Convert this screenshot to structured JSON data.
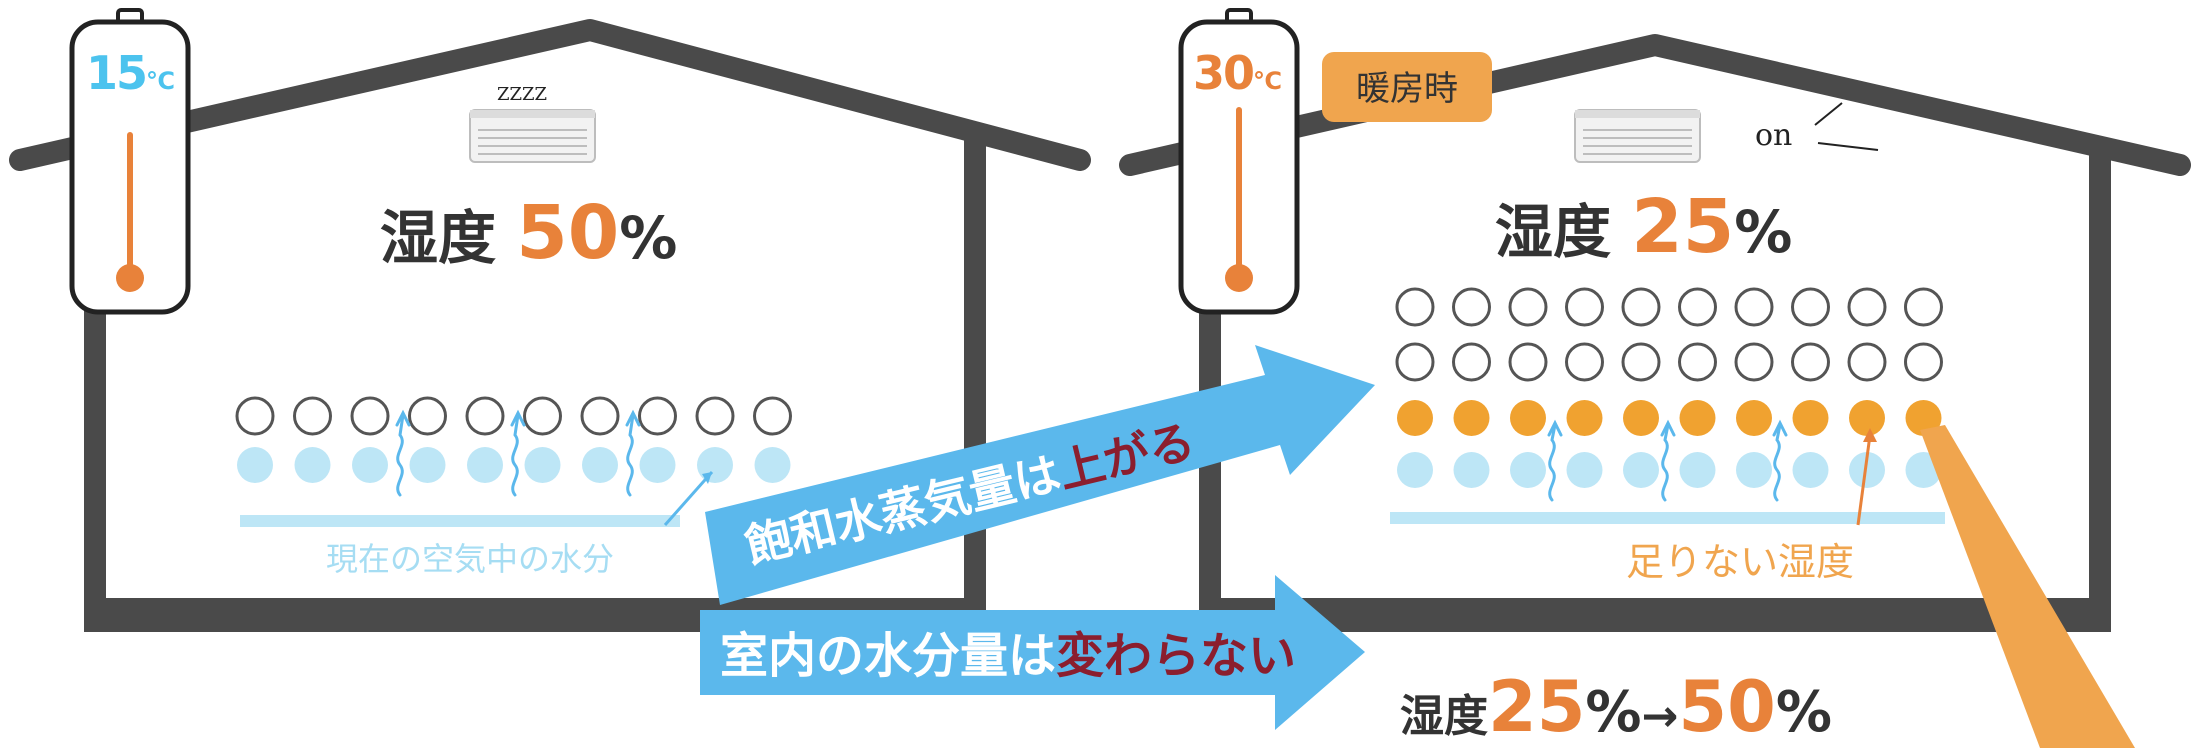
{
  "left_house": {
    "thermometer_value": "15",
    "thermometer_unit": "℃",
    "ac_sound": "ZZZZ",
    "humidity_label": "湿度",
    "humidity_value": "50",
    "humidity_unit": "%",
    "water_caption": "現在の空気中の水分",
    "empty_circles": 10,
    "filled_circles": 10,
    "colors": {
      "thermometer_text": "#4CC3EE",
      "water": "#BDE6F6",
      "mercury": "#E8823A"
    }
  },
  "right_house": {
    "thermometer_value": "30",
    "thermometer_unit": "℃",
    "heating_badge": "暖房時",
    "ac_status": "on",
    "humidity_label": "湿度",
    "humidity_value": "25",
    "humidity_unit": "%",
    "shortage_caption": "足りない湿度",
    "empty_circles": 20,
    "orange_circles": 10,
    "blue_circles": 10,
    "colors": {
      "thermometer_text": "#E8823A",
      "badge": "#F0A54E",
      "orange": "#F0A230"
    }
  },
  "arrows": {
    "upper_prefix": "飽和水蒸気量は",
    "upper_highlight": "上がる",
    "lower_prefix": "室内の水分量は",
    "lower_highlight": "変わらない",
    "color": "#5BB8EC",
    "highlight_color": "#8B1E2E"
  },
  "result": {
    "label": "湿度",
    "before_value": "25",
    "before_unit": "%",
    "arrow": "→",
    "after_value": "50",
    "after_unit": "%"
  }
}
